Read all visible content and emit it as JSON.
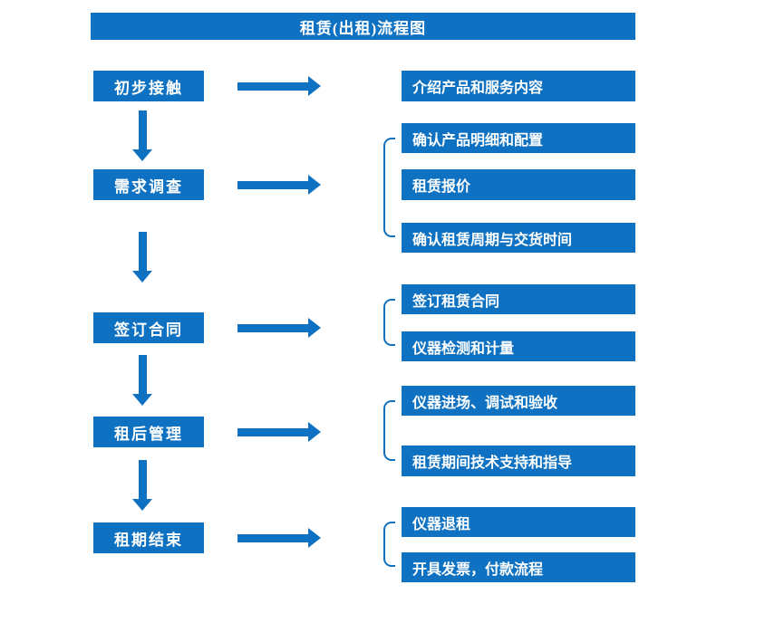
{
  "title": "租赁(出租)流程图",
  "colors": {
    "accent": "#0e71c1"
  },
  "stages": [
    {
      "label": "初步接触",
      "details": [
        "介绍产品和服务内容"
      ]
    },
    {
      "label": "需求调查",
      "details": [
        "确认产品明细和配置",
        "租赁报价",
        "确认租赁周期与交货时间"
      ]
    },
    {
      "label": "签订合同",
      "details": [
        "签订租赁合同",
        "仪器检测和计量"
      ]
    },
    {
      "label": "租后管理",
      "details": [
        "仪器进场、调试和验收",
        "租赁期间技术支持和指导"
      ]
    },
    {
      "label": "租期结束",
      "details": [
        "仪器退租",
        "开具发票，付款流程"
      ]
    }
  ]
}
